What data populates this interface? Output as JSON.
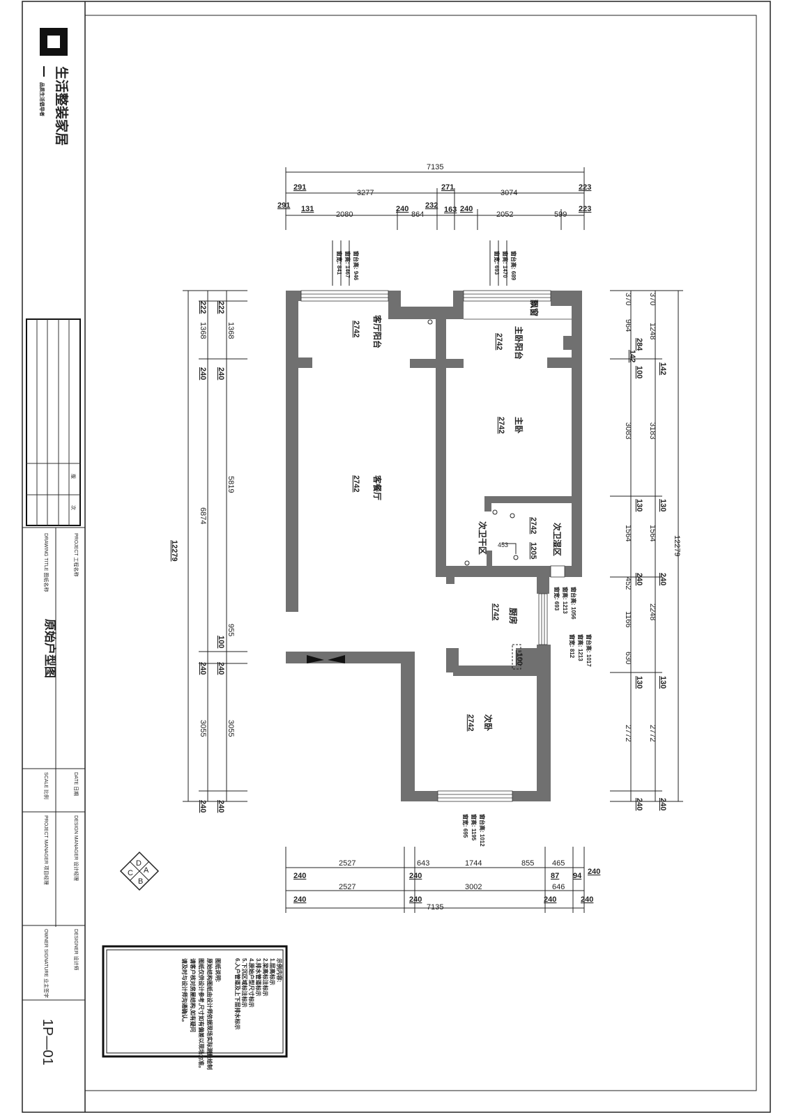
{
  "title_block": {
    "brand_name": "生活整装家居",
    "brand_slogan": "品质生活倡导者",
    "project_label": "PROJECT 工程名称",
    "drawing_title_label": "DRAWING TITLE 图纸名称",
    "drawing_title": "原始户型图",
    "date_label": "DATE 日期",
    "scale_label": "SCALE 比例",
    "design_manager_label": "DESIGN MANAGER 设计经理",
    "project_manager_label": "PROJECT MANAGER 项目经理",
    "designer_label": "DESIGNER 设计师",
    "owner_signature_label": "OWNER SIGNATURE 业主签字",
    "revision_labels": [
      "版",
      "次"
    ],
    "sheet_number": "1P—01"
  },
  "rooms": {
    "living_balcony": "客厅阳台",
    "master_balcony": "主卧阳台",
    "master_bedroom": "主卧",
    "living_dining": "客餐厅",
    "bath_dry": "次卫干区",
    "bath_wet": "次卫湿区",
    "kitchen": "厨房",
    "second_bedroom": "次卧",
    "bay_window": "飘窗",
    "ceiling_height": "2742",
    "beam": "1205",
    "step_level": "-100",
    "bath_offset": "453"
  },
  "window_notes": [
    [
      "窗宽: 841",
      "窗高: 1467",
      "窗台高: 946"
    ],
    [
      "窗宽: 693",
      "窗高: 1470",
      "窗台高: 689"
    ],
    [
      "窗宽: 693",
      "窗高: 1213",
      "窗台高: 1056"
    ],
    [
      "窗宽: 812",
      "窗高: 1213",
      "窗台高: 1017"
    ],
    [
      "窗宽: 695",
      "窗高: 1195",
      "窗台高: 1012"
    ]
  ],
  "dims": {
    "top_total": "7135",
    "top_mid": [
      "291",
      "3277",
      "271",
      "3074",
      "223"
    ],
    "top_low": [
      "291",
      "131",
      "2080",
      "240",
      "864",
      "232",
      "163",
      "240",
      "2052",
      "599",
      "223"
    ],
    "bottom_top": [
      "2527",
      "643",
      "1744",
      "855",
      "465"
    ],
    "bottom_mid_tags": [
      "240",
      "240",
      "87",
      "94",
      "240"
    ],
    "bottom_mid": [
      "2527",
      "3002",
      "646"
    ],
    "bottom_low_tags": [
      "240",
      "240",
      "240",
      "240"
    ],
    "bottom_total": "7135",
    "left_total": "12279",
    "left_a": [
      "222",
      "1368",
      "240",
      "6874",
      "240",
      "3055",
      "240"
    ],
    "left_b": [
      "222",
      "1368",
      "240",
      "5819",
      "955",
      "100",
      "240",
      "3055",
      "240"
    ],
    "right_a": [
      "370",
      "964",
      "284",
      "142",
      "100",
      "3083",
      "130",
      "1564",
      "240",
      "452",
      "1166",
      "630",
      "130",
      "2772",
      "240"
    ],
    "right_b": [
      "370",
      "1248",
      "142",
      "3183",
      "130",
      "1564",
      "240",
      "2248",
      "130",
      "2772",
      "240"
    ],
    "right_total": "12279"
  },
  "compass_letters": [
    "A",
    "B",
    "C",
    "D"
  ],
  "notes": {
    "legend_title": "示例内容:",
    "legend_items": [
      "1.层高标示",
      "2.梁高标注标示",
      "3.排水管道标示",
      "4.原始户型尺寸标示",
      "5.下沉区域标注标示",
      "6.入户管道及上下层排水标示"
    ],
    "remark_title": "图纸说明:",
    "remark_lines": [
      "原始结构图纸由设计师依据现场实际测量绘制",
      "图纸仅供设计参考,尺寸如有偏差以现场为准。",
      "请客户核对房屋结构,如有疑问",
      "请及时与设计师沟通确认。"
    ]
  },
  "colors": {
    "wall": "#707070",
    "line": "#222222"
  }
}
